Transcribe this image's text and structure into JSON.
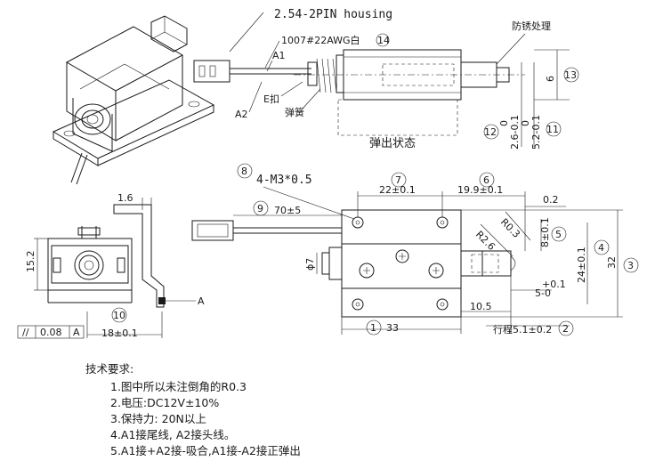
{
  "top": {
    "housing_label": "2.54-2PIN housing",
    "wire_label": "1007#22AWG白",
    "wire_ref": "14",
    "a1": "A1",
    "a2": "A2",
    "e_clip": "E扣",
    "spring": "弹簧",
    "rust": "防锈处理",
    "state": "弹出状态",
    "ref13": "13",
    "ref12": "12",
    "ref11": "11",
    "dim_6": "6",
    "dim_0_a": "0",
    "dim_26": "2.6-0.1",
    "dim_0_b": "0",
    "dim_52": "5.2-0.1"
  },
  "front": {
    "ref8": "8",
    "screw": "4-M3*0.5",
    "ref7": "7",
    "d22": "22±0.1",
    "ref6": "6",
    "d19": "19.9±0.1",
    "d02": "0.2",
    "ref9": "9",
    "d70": "70±5",
    "r26": "R2.6",
    "r03": "R0.3",
    "d8": "8±0.1",
    "ref5": "5",
    "ref4": "4",
    "d24": "24±0.1",
    "d32": "32",
    "ref3": "3",
    "d_phi7": "ϕ7",
    "d_tol_p": "+0.1",
    "d_5": "5-0",
    "d105": "10.5",
    "ref1": "1",
    "d33": "33",
    "stroke": "行程5.1±0.2",
    "ref2": "2"
  },
  "side": {
    "d16": "1.6",
    "d152": "15.2",
    "ref10": "10",
    "d18": "18±0.1",
    "flat_sym": "//",
    "flat_tol": "0.08",
    "flat_ref": "A",
    "datum": "A"
  },
  "notes": {
    "title": "技术要求:",
    "items": [
      "1.图中所以未注倒角的R0.3",
      "2.电压:DC12V±10%",
      "3.保持力: 20N以上",
      "4.A1接尾线, A2接头线。",
      "5.A1接+A2接-吸合,A1接-A2接正弹出"
    ]
  }
}
